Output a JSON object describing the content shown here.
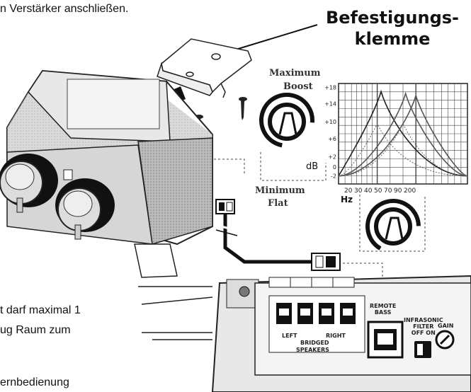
{
  "texts": {
    "top_line": "n Verstärker anschließen.",
    "title_1": "Befestigungs-",
    "title_2": "klemme",
    "max_1": "Maximum",
    "max_2": "Boost",
    "min_1": "Minimum",
    "min_2": "Flat",
    "db": "dB",
    "hz": "Hz",
    "bottom_1": "t darf maximal 1",
    "bottom_2": "ug Raum zum",
    "bottom_3": "ernbedienung",
    "remote_1": "REMOTE",
    "remote_2": "BASS",
    "infra_1": "INFRASONIC",
    "infra_2": "FILTER",
    "infra_3": "OFF  ON",
    "gain": "GAIN",
    "left": "LEFT",
    "right": "RIGHT",
    "bridged": "BRIDGED",
    "speakers": "SPEAKERS"
  },
  "chart_data": {
    "type": "line",
    "y_ticks": [
      "+18",
      "+14",
      "+10",
      "+6",
      "+2",
      "0",
      "-2"
    ],
    "x_ticks": [
      "20",
      "30",
      "40",
      "50",
      "70",
      "90",
      "200"
    ],
    "ylabel": "dB",
    "xlabel": "Hz",
    "grid": true
  }
}
